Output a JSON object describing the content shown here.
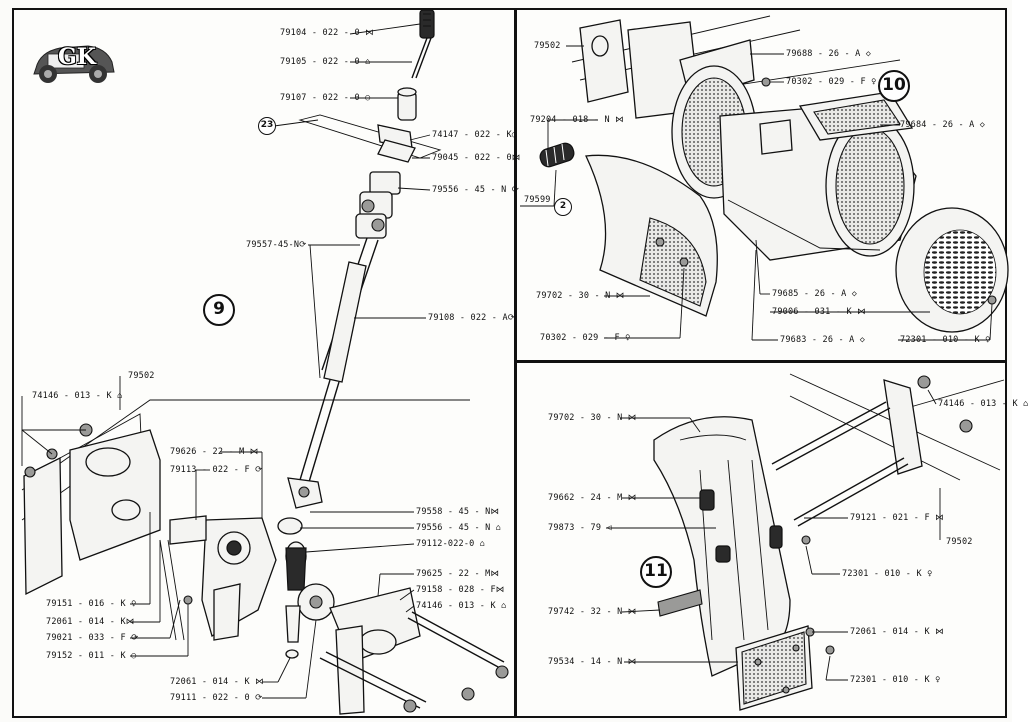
{
  "logo": {
    "text": "GK"
  },
  "sections": [
    {
      "id": "9",
      "badge": "9",
      "ref_badge": "23",
      "callouts": [
        "79104 - 022 - 0 ⋈",
        "79105 - 022 - 0 ⌂",
        "79107 - 022 - 0 ○",
        "74147 - 022 - K○",
        "79045 - 022 - 0⋈",
        "79556 - 45 - N ⟳",
        "79557-45-N⟳",
        "79108 - 022 - A⟳",
        "79558 - 45 - N⋈",
        "79556 - 45 - N ⌂",
        "79112-022-0 ⌂",
        "79625 - 22 - M⋈",
        "79158 - 028 - F⋈",
        "74146 - 013 - K ⌂",
        "79626 - 22 - M ⋈",
        "79113 - 022 - F ⟳",
        "74146 - 013 - K ⌂",
        "79502",
        "79151 - 016 - K ♀",
        "72061 - 014 - K⋈",
        "79021 - 033 - F ⟳",
        "79152 - 011 - K ○",
        "72061 - 014 - K ⋈",
        "79111 - 022 - 0 ⟳"
      ]
    },
    {
      "id": "10",
      "badge": "10",
      "ref_badge": "2",
      "callouts": [
        "79502",
        "79688 - 26 - A ◇",
        "70302 - 029 - F ♀",
        "79684 - 26 - A ◇",
        "79204 - 018 - N ⋈",
        "79599",
        "79685 - 26 - A ◇",
        "79006 - 031 - K ⋈",
        "72301 - 010 - K ♀",
        "79683 - 26 - A ◇",
        "79702 - 30 - N ⋈",
        "70302 - 029 - F ♀"
      ]
    },
    {
      "id": "11",
      "badge": "11",
      "callouts": [
        "79702 - 30 - N ⋈",
        "74146 - 013 - K ⌂",
        "79662 - 24 - M ⋈",
        "79873 - 79 ◁",
        "79121 - 021 - F ⋈",
        "79502",
        "72301 - 010 - K ♀",
        "79742 - 32 - N ⋈",
        "72061 - 014 - K ⋈",
        "79534 - 14 - N ⋈",
        "72301 - 010 - K ♀"
      ]
    }
  ]
}
